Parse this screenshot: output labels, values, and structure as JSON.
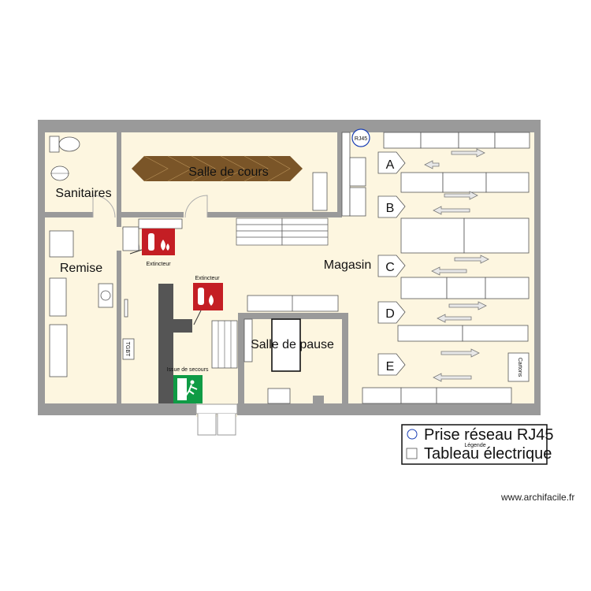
{
  "rooms": {
    "sanitaires": "Sanitaires",
    "salle_cours": "Salle de cours",
    "remise": "Remise",
    "magasin": "Magasin",
    "salle_pause": "Salle de pause"
  },
  "signs": {
    "extincteur_1": "Extincteur",
    "extincteur_2": "Extincteur",
    "issue_secours": "Issue de secours",
    "rj45_badge": "RJ45",
    "tableau_badge": "TGBT",
    "cartons": "Cartons"
  },
  "aisles": [
    "A",
    "B",
    "C",
    "D",
    "E"
  ],
  "legend": {
    "title": "Légende",
    "item_rj45": "Prise réseau RJ45",
    "item_tableau": "Tableau électrique"
  },
  "footer": "www.archifacile.fr",
  "colors": {
    "floor": "#fdf6e0",
    "wall": "#9a9a9a",
    "table_wood": "#7a5528",
    "extinguisher_red": "#c41e24",
    "exit_green": "#0f9b45"
  }
}
